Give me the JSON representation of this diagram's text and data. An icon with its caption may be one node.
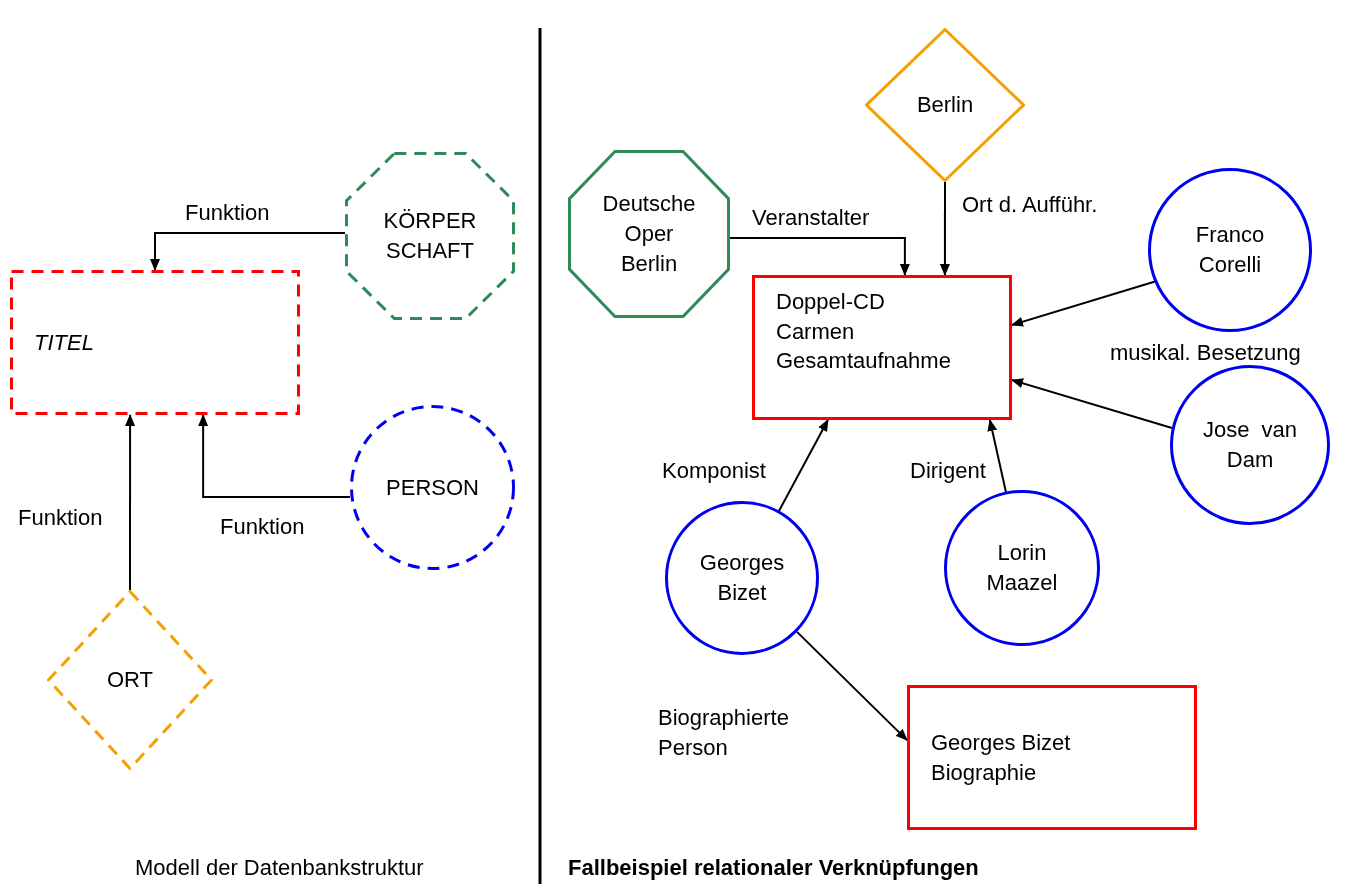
{
  "diagram": {
    "nodes": [
      {
        "text": [
          "TITEL"
        ]
      },
      {
        "text": [
          "KÖRPER SCHAFT"
        ]
      },
      {
        "text": [
          "PERSON"
        ]
      },
      {
        "text": [
          "ORT"
        ]
      },
      {
        "text": [
          "Berlin"
        ]
      },
      {
        "text": [
          "Deutsche Oper Berlin"
        ]
      },
      {
        "text": [
          "Doppel-CD Carmen Gesamtaufnahme"
        ]
      },
      {
        "text": [
          "Franco Corelli"
        ]
      },
      {
        "text": [
          "Jose  van Dam"
        ]
      },
      {
        "text": [
          "Georges Bizet"
        ]
      },
      {
        "text": [
          "Lorin Maazel"
        ]
      },
      {
        "text": [
          "Georges Bizet Biographie"
        ]
      }
    ],
    "edges": [
      {
        "from": 1,
        "to": 0,
        "arrow": "to",
        "label": "Funktion"
      },
      {
        "from": 2,
        "to": 0,
        "arrow": "to",
        "label": "Funktion"
      },
      {
        "from": 3,
        "to": 0,
        "arrow": "to",
        "label": "Funktion"
      },
      {
        "from": 5,
        "to": 6,
        "arrow": "to",
        "label": "Veranstalter"
      },
      {
        "from": 4,
        "to": 6,
        "arrow": "to",
        "label": "Ort d. Aufführ."
      },
      {
        "from": 7,
        "to": 6,
        "arrow": "to"
      },
      {
        "from": 8,
        "to": 6,
        "arrow": "to"
      },
      {
        "from": 9,
        "to": 6,
        "arrow": "to",
        "label": "Komponist"
      },
      {
        "from": 10,
        "to": 6,
        "arrow": "to",
        "label": "Dirigent"
      },
      {
        "from": 9,
        "to": 11,
        "arrow": "to",
        "label": "Biographierte Person"
      }
    ],
    "labels": [
      "musikal. Besetzung",
      "Modell der Datenbankstruktur",
      "Fallbeispiel relationaler Verknüpfungen"
    ]
  }
}
